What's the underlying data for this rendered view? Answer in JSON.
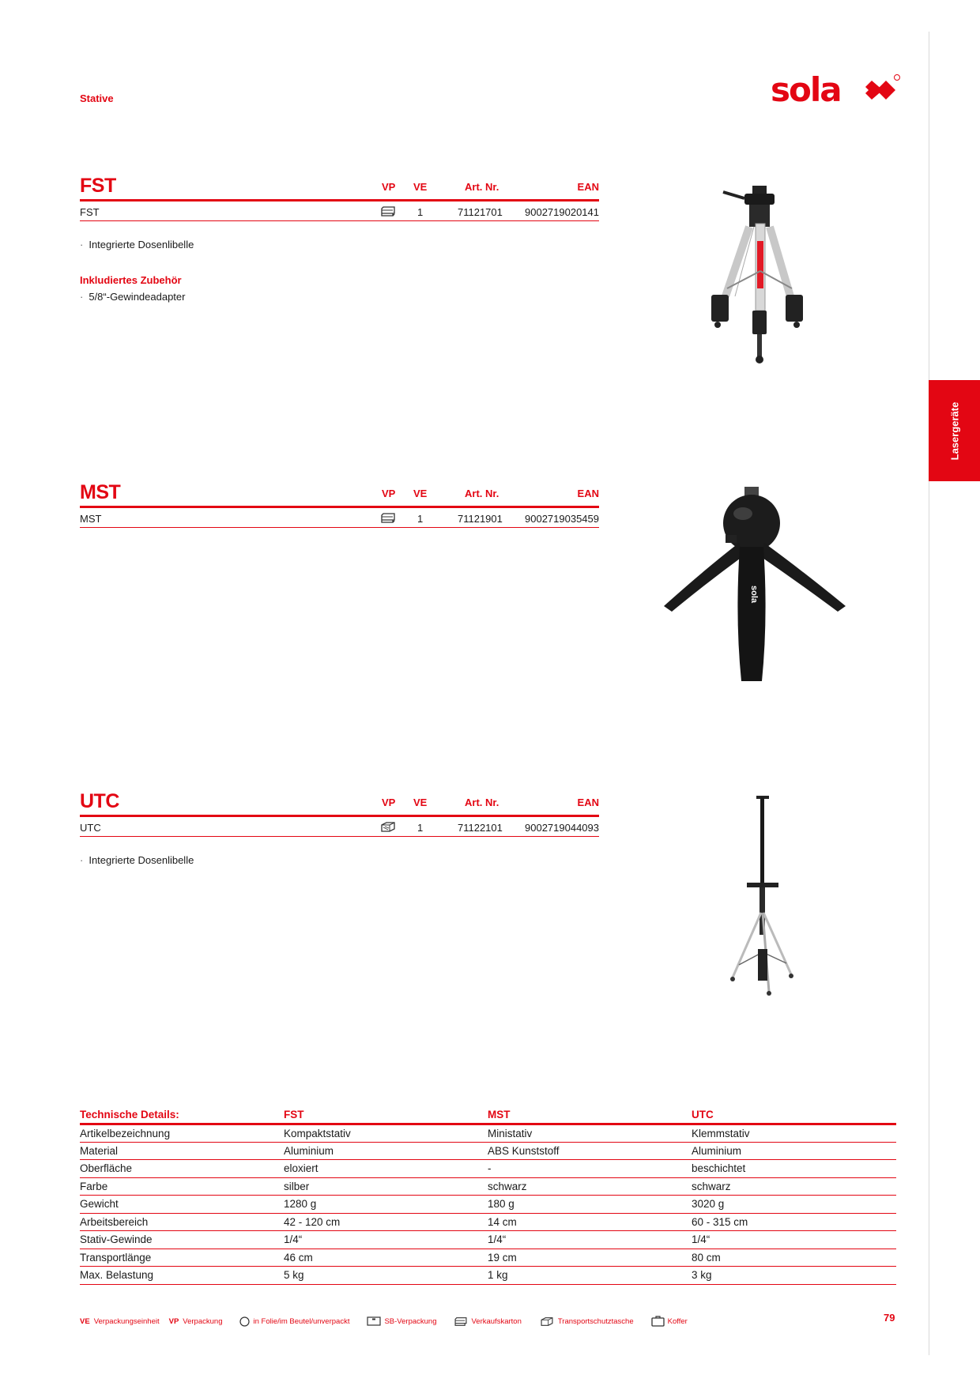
{
  "section": "Stative",
  "side_tab": "Lasergeräte",
  "logo_text": "sola",
  "columns": {
    "vp": "VP",
    "ve": "VE",
    "art": "Art. Nr.",
    "ean": "EAN"
  },
  "products": [
    {
      "title": "FST",
      "name": "FST",
      "vp_icon": "verkaufskarton-icon",
      "ve": "1",
      "art": "71121701",
      "ean": "9002719020141",
      "features": [
        "Integrierte Dosenlibelle"
      ],
      "accessories_heading": "Inkludiertes Zubehör",
      "accessories": [
        "5/8“-Gewindeadapter"
      ]
    },
    {
      "title": "MST",
      "name": "MST",
      "vp_icon": "verkaufskarton-icon",
      "ve": "1",
      "art": "71121901",
      "ean": "9002719035459"
    },
    {
      "title": "UTC",
      "name": "UTC",
      "vp_icon": "transportschutztasche-icon",
      "ve": "1",
      "art": "71122101",
      "ean": "9002719044093",
      "features": [
        "Integrierte Dosenlibelle"
      ]
    }
  ],
  "tech": {
    "headers": [
      "Technische Details:",
      "FST",
      "MST",
      "UTC"
    ],
    "rows": [
      [
        "Artikelbezeichnung",
        "Kompaktstativ",
        "Ministativ",
        "Klemmstativ"
      ],
      [
        "Material",
        "Aluminium",
        "ABS Kunststoff",
        "Aluminium"
      ],
      [
        "Oberfläche",
        "eloxiert",
        "-",
        "beschichtet"
      ],
      [
        "Farbe",
        "silber",
        "schwarz",
        "schwarz"
      ],
      [
        "Gewicht",
        "1280 g",
        "180 g",
        "3020 g"
      ],
      [
        "Arbeitsbereich",
        "42 - 120 cm",
        "14 cm",
        "60 - 315 cm"
      ],
      [
        "Stativ-Gewinde",
        "1/4“",
        "1/4“",
        "1/4“"
      ],
      [
        "Transportlänge",
        "46 cm",
        "19 cm",
        "80 cm"
      ],
      [
        "Max. Belastung",
        "5 kg",
        "1 kg",
        "3 kg"
      ]
    ]
  },
  "legend": {
    "ve_abbr": "VE",
    "ve_text": "Verpackungseinheit",
    "vp_abbr": "VP",
    "vp_text": "Verpackung",
    "items": [
      "in Folie/im Beutel/unverpackt",
      "SB-Verpackung",
      "Verkaufskarton",
      "Transportschutztasche",
      "Koffer"
    ]
  },
  "page_number": "79",
  "colors": {
    "brand_red": "#e30613"
  }
}
